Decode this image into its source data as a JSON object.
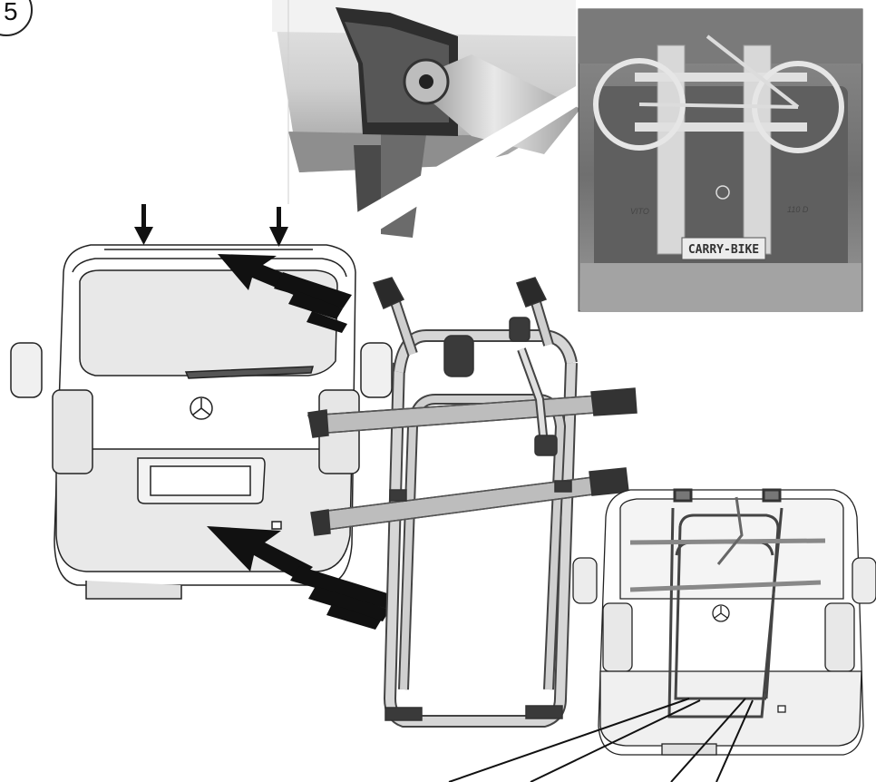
{
  "figure": {
    "step_number": "5",
    "photo_plate_label": "CARRY-BIKE",
    "photo_badge_left": "VITO",
    "photo_badge_right": "110 D"
  }
}
